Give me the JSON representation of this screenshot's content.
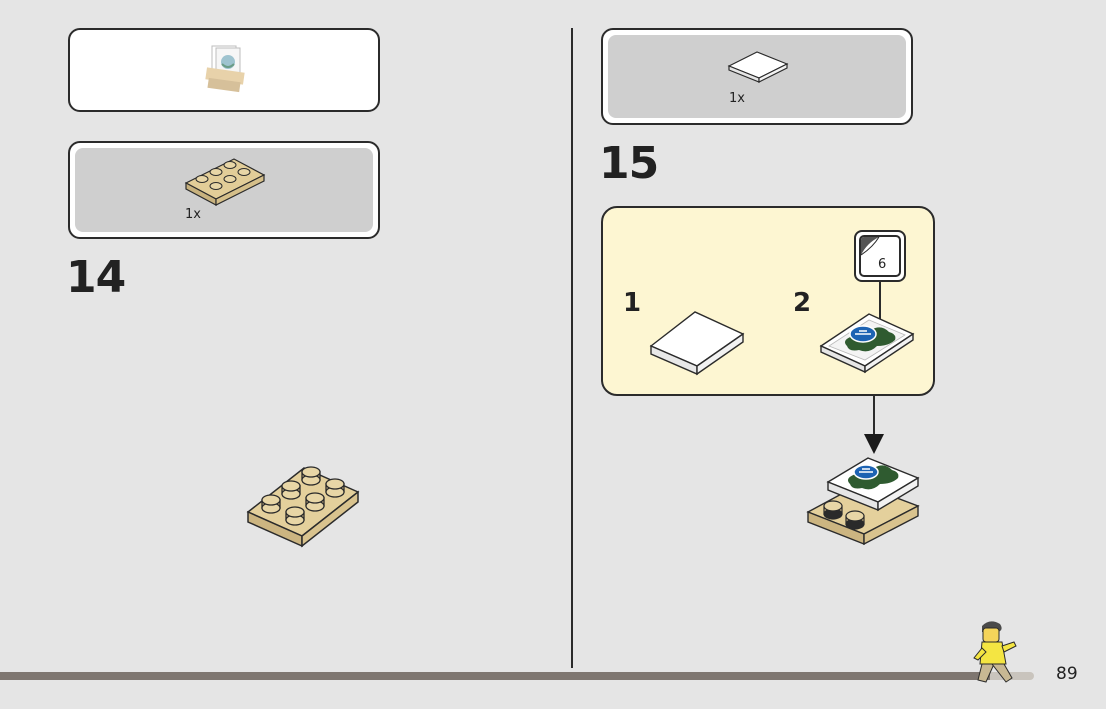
{
  "left_panel": {
    "sticker_box": {
      "icon": "sticker-sheet-icon"
    },
    "parts_box": {
      "quantity": "1x",
      "part": "tan-plate-2x3-icon"
    },
    "step_number": "14"
  },
  "right_panel": {
    "parts_box": {
      "quantity": "1x",
      "part": "white-tile-2x2-icon"
    },
    "step_number": "15",
    "substep_box": {
      "substep_1": "1",
      "substep_2": "2",
      "sticker_number": "6"
    }
  },
  "footer": {
    "page_number": "89"
  },
  "colors": {
    "background": "#e5e5e5",
    "parts_fill": "#cfcfcf",
    "substep_fill": "#fdf6d2",
    "tan": "#e0cc98",
    "footer_bar": "#7e7670"
  }
}
